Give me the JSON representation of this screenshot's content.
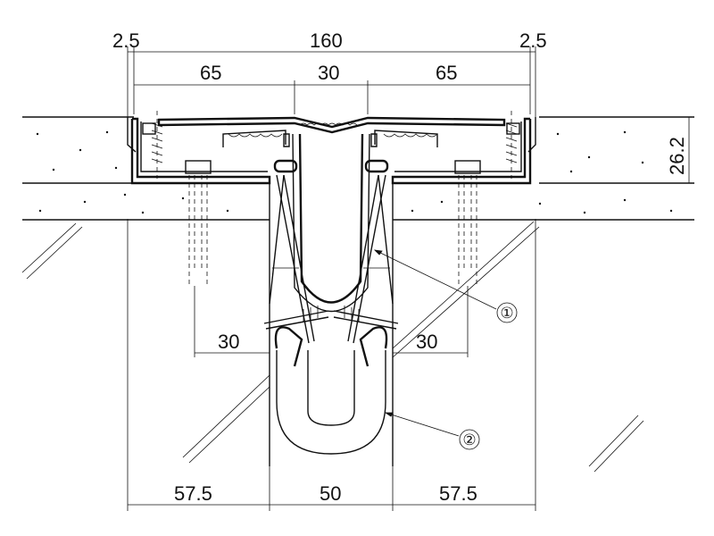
{
  "drawing": {
    "dimensions": {
      "top_overall": "160",
      "top_left_edge": "2.5",
      "top_right_edge": "2.5",
      "mid_left": "65",
      "mid_center": "30",
      "mid_right": "65",
      "height_right": "26.2",
      "inner_left": "30",
      "inner_right": "30",
      "bottom_left": "57.5",
      "bottom_center": "50",
      "bottom_right": "57.5"
    },
    "callouts": [
      {
        "label": "①"
      },
      {
        "label": "②"
      }
    ],
    "colors": {
      "line": "#111111",
      "background": "#ffffff"
    }
  }
}
